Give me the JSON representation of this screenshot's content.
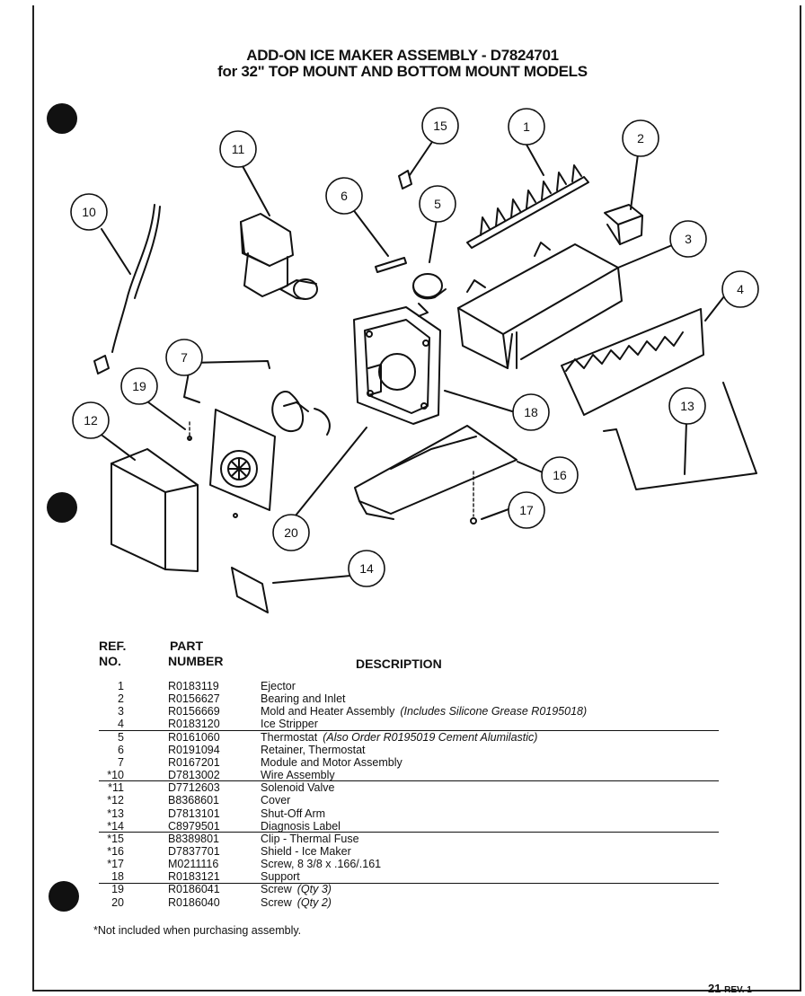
{
  "header": {
    "title_line1": "ADD-ON ICE MAKER ASSEMBLY  -  D7824701",
    "title_line2": "for 32\" TOP MOUNT AND BOTTOM MOUNT MODELS"
  },
  "callouts": [
    "1",
    "2",
    "3",
    "4",
    "5",
    "6",
    "7",
    "10",
    "11",
    "12",
    "13",
    "14",
    "15",
    "16",
    "17",
    "18",
    "19",
    "20"
  ],
  "table": {
    "ref_header_1": "REF.",
    "ref_header_2": "NO.",
    "part_header_1": "PART",
    "part_header_2": "NUMBER",
    "desc_header": "DESCRIPTION",
    "rows": [
      {
        "ref": "1",
        "part": "R0183119",
        "desc": "Ejector",
        "note": ""
      },
      {
        "ref": "2",
        "part": "R0156627",
        "desc": "Bearing and Inlet",
        "note": ""
      },
      {
        "ref": "3",
        "part": "R0156669",
        "desc": "Mold and Heater Assembly",
        "note": "(Includes Silicone Grease  R0195018)"
      },
      {
        "ref": "4",
        "part": "R0183120",
        "desc": "Ice Stripper",
        "note": ""
      },
      {
        "ref": "5",
        "part": "R0161060",
        "desc": "Thermostat",
        "note": "(Also Order R0195019 Cement Alumilastic)"
      },
      {
        "ref": "6",
        "part": "R0191094",
        "desc": "Retainer, Thermostat",
        "note": ""
      },
      {
        "ref": "7",
        "part": "R0167201",
        "desc": "Module and Motor Assembly",
        "note": ""
      },
      {
        "ref": "*10",
        "part": "D7813002",
        "desc": "Wire Assembly",
        "note": ""
      },
      {
        "ref": "*11",
        "part": "D7712603",
        "desc": "Solenoid Valve",
        "note": ""
      },
      {
        "ref": "*12",
        "part": "B8368601",
        "desc": "Cover",
        "note": ""
      },
      {
        "ref": "*13",
        "part": "D7813101",
        "desc": "Shut-Off Arm",
        "note": ""
      },
      {
        "ref": "*14",
        "part": "C8979501",
        "desc": "Diagnosis Label",
        "note": ""
      },
      {
        "ref": "*15",
        "part": "B8389801",
        "desc": "Clip - Thermal Fuse",
        "note": ""
      },
      {
        "ref": "*16",
        "part": "D7837701",
        "desc": "Shield  -  Ice Maker",
        "note": ""
      },
      {
        "ref": "*17",
        "part": "M0211116",
        "desc": "Screw, 8 3/8 x .166/.161",
        "note": ""
      },
      {
        "ref": "18",
        "part": "R0183121",
        "desc": "Support",
        "note": ""
      },
      {
        "ref": "19",
        "part": "R0186041",
        "desc": "Screw",
        "note": "(Qty 3)"
      },
      {
        "ref": "20",
        "part": "R0186040",
        "desc": "Screw",
        "note": "(Qty 2)"
      }
    ]
  },
  "footnote": "*Not included when purchasing assembly.",
  "page_number": "21",
  "page_revision": "REV. 1"
}
